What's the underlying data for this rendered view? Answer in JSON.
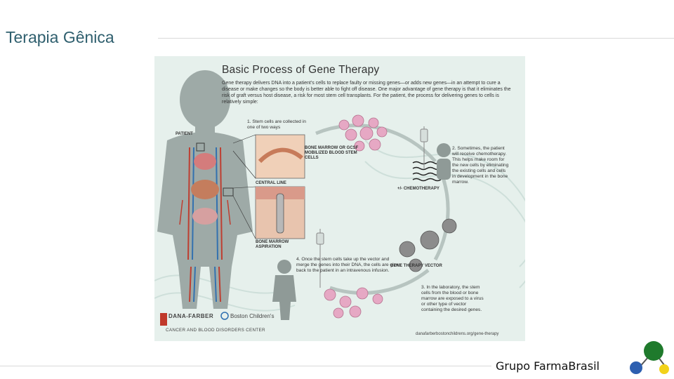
{
  "slide": {
    "title": "Terapia Gênica"
  },
  "infographic": {
    "title": "Basic Process of Gene Therapy",
    "intro": "Gene therapy delivers DNA into a patient's cells to replace faulty or missing genes—or adds new genes—in an attempt to cure a disease or make changes so the body is better able to fight off disease. One major advantage of gene therapy is that it eliminates the risk of graft versus host disease, a risk for most stem cell transplants. For the patient, the process for delivering genes to cells is relatively simple:",
    "patient_label": "PATIENT",
    "step1": "1. Stem cells are collected in one of two ways",
    "bone_marrow_label": "BONE MARROW OR GCSF MOBILIZED BLOOD STEM CELLS",
    "central_line_label": "CENTRAL LINE",
    "aspiration_label": "BONE MARROW ASPIRATION",
    "chemo_label": "+/- CHEMOTHERAPY",
    "step2": "2. Sometimes, the patient will receive chemotherapy. This helps make room for the new cells by eliminating the existing cells and cells in development in the bone marrow.",
    "vector_label": "GENE THERAPY VECTOR",
    "step3": "3. In the laboratory, the stem cells from the blood or bone marrow are exposed to a virus or other type of vector containing the desired genes.",
    "step4": "4. Once the stem cells take up the vector and merge the genes into their DNA, the cells are given back to the patient in an intravenous infusion.",
    "logo_dana": "DANA-FARBER",
    "logo_boston": "Boston Children's",
    "logo_center": "CANCER AND BLOOD DISORDERS CENTER",
    "url": "danafarberbostonchildrens.org/gene-therapy"
  },
  "footer": {
    "brand": "Grupo FarmaBrasil"
  },
  "colors": {
    "title": "#2f5f6e",
    "logo_green": "#1f7a2c",
    "logo_blue": "#2d5fb0",
    "logo_yellow": "#f2d21a",
    "panel_bg": "#e6f0ec"
  }
}
